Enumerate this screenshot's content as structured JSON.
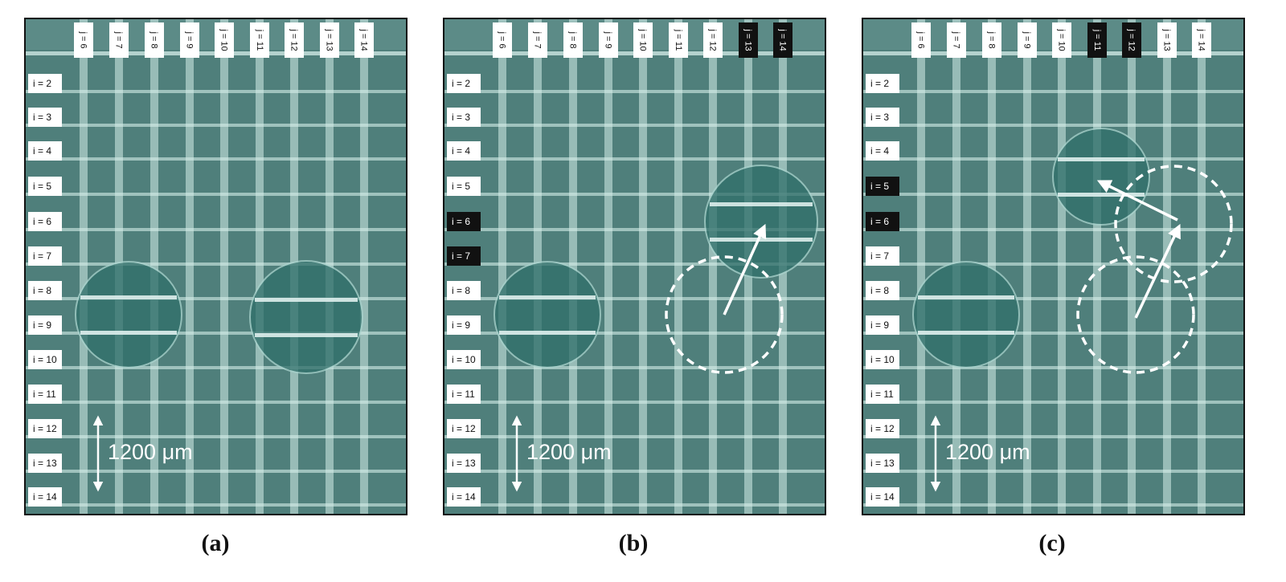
{
  "colors": {
    "background": "#4f7f7b",
    "grid_line": "#d6eeea",
    "droplet": "#2f6f6a",
    "label_active": "#111111",
    "label_inactive": "#ffffff"
  },
  "j_labels": [
    "j = 6",
    "j = 7",
    "j = 8",
    "j = 9",
    "j = 10",
    "j = 11",
    "j = 12",
    "j = 13",
    "j = 14"
  ],
  "i_labels": [
    "i = 2",
    "i = 3",
    "i = 4",
    "i = 5",
    "i = 6",
    "i = 7",
    "i = 8",
    "i = 9",
    "i = 10",
    "i = 11",
    "i = 12",
    "i = 13",
    "i = 14"
  ],
  "scale_bar": {
    "text": "1200 μm"
  },
  "panels": [
    {
      "caption": "(a)",
      "active_j": [],
      "active_i": []
    },
    {
      "caption": "(b)",
      "active_j": [
        "j = 13",
        "j = 14"
      ],
      "active_i": [
        "i = 6",
        "i = 7"
      ]
    },
    {
      "caption": "(c)",
      "active_j": [
        "j = 11",
        "j = 12"
      ],
      "active_i": [
        "i = 5",
        "i = 6"
      ]
    }
  ]
}
